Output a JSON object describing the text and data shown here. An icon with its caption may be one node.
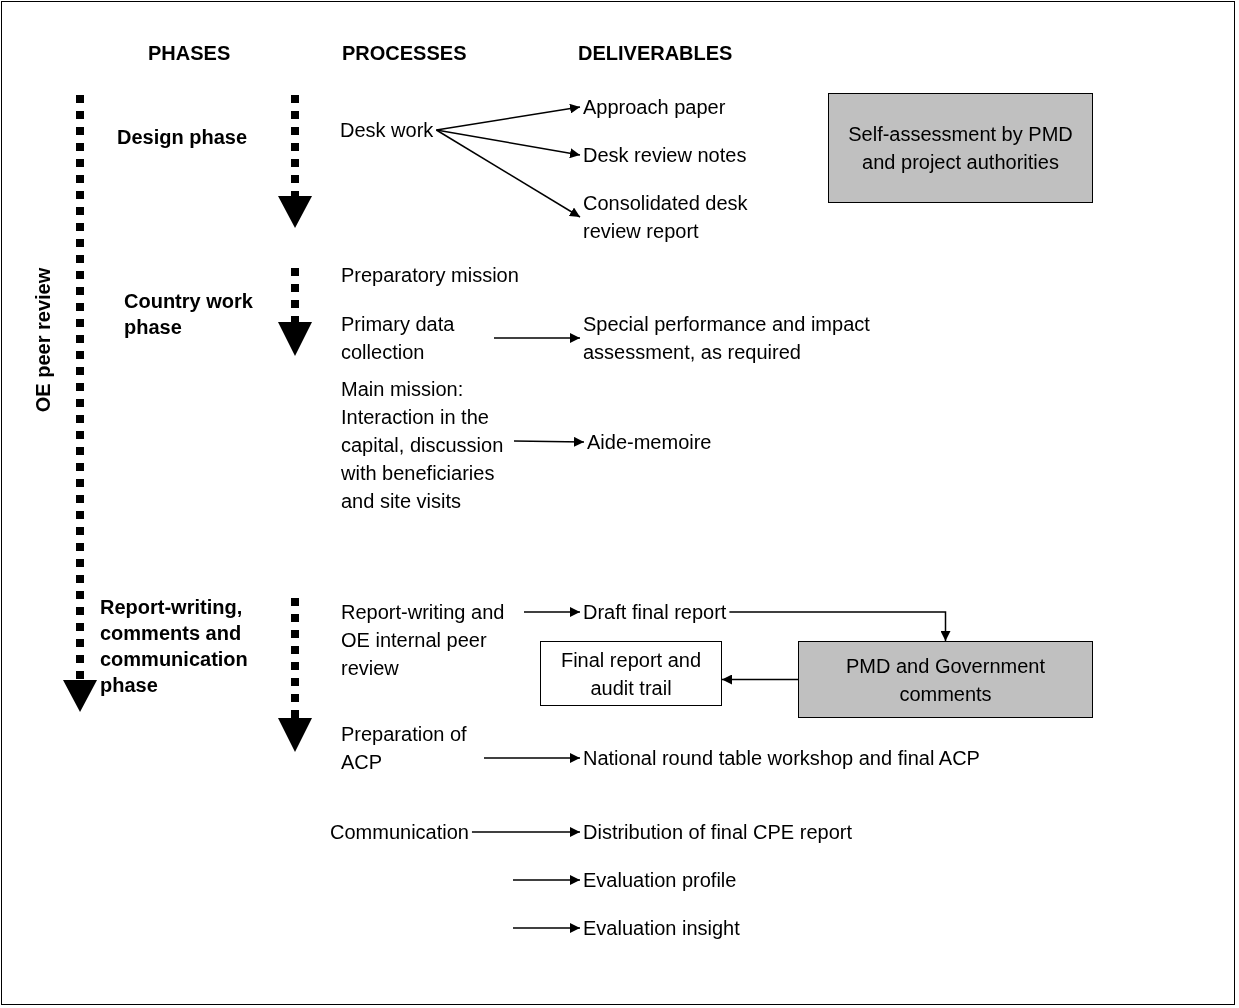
{
  "diagram": {
    "nodes": [
      {
        "text": [
          "Desk work"
        ]
      },
      {
        "text": [
          "Approach paper"
        ]
      },
      {
        "text": [
          "Desk review notes"
        ]
      },
      {
        "text": [
          "Consolidated desk review report"
        ]
      },
      {
        "text": [
          "Self-assessment by PMD and project authorities"
        ]
      },
      {
        "text": [
          "Primary data collection"
        ]
      },
      {
        "text": [
          "Special performance and impact assessment, as required"
        ]
      },
      {
        "text": [
          "Main mission: Interaction in the capital, discussion with beneficiaries and site visits"
        ]
      },
      {
        "text": [
          "Aide-memoire"
        ]
      },
      {
        "text": [
          "Report-writing and OE internal peer review"
        ]
      },
      {
        "text": [
          "Draft final report"
        ]
      },
      {
        "text": [
          "Final report and audit trail"
        ]
      },
      {
        "text": [
          "PMD and Government comments"
        ]
      },
      {
        "text": [
          "Preparation of ACP"
        ]
      },
      {
        "text": [
          "National round table workshop and final ACP"
        ]
      },
      {
        "text": [
          "Communication"
        ]
      },
      {
        "text": [
          "Distribution of final CPE report"
        ]
      },
      {
        "text": [
          "Evaluation profile"
        ]
      },
      {
        "text": [
          "Evaluation insight"
        ]
      }
    ],
    "edges": [
      {
        "from": 0,
        "to": 1,
        "arrow": "to"
      },
      {
        "from": 0,
        "to": 2,
        "arrow": "to"
      },
      {
        "from": 0,
        "to": 3,
        "arrow": "to"
      },
      {
        "from": 5,
        "to": 6,
        "arrow": "to"
      },
      {
        "from": 7,
        "to": 8,
        "arrow": "to"
      },
      {
        "from": 9,
        "to": 10,
        "arrow": "to"
      },
      {
        "from": 10,
        "to": 12,
        "arrow": "to"
      },
      {
        "from": 12,
        "to": 11,
        "arrow": "to"
      },
      {
        "from": 13,
        "to": 14,
        "arrow": "to"
      },
      {
        "from": 15,
        "to": 16,
        "arrow": "to"
      },
      {
        "from": null,
        "to": 17,
        "arrow": "to"
      },
      {
        "from": null,
        "to": 18,
        "arrow": "to"
      }
    ],
    "labels": [
      "PHASES",
      "PROCESSES",
      "DELIVERABLES",
      "Design phase",
      "Country work phase",
      "Preparatory mission",
      "OE peer review",
      "Report-writing, comments and communication phase"
    ]
  }
}
